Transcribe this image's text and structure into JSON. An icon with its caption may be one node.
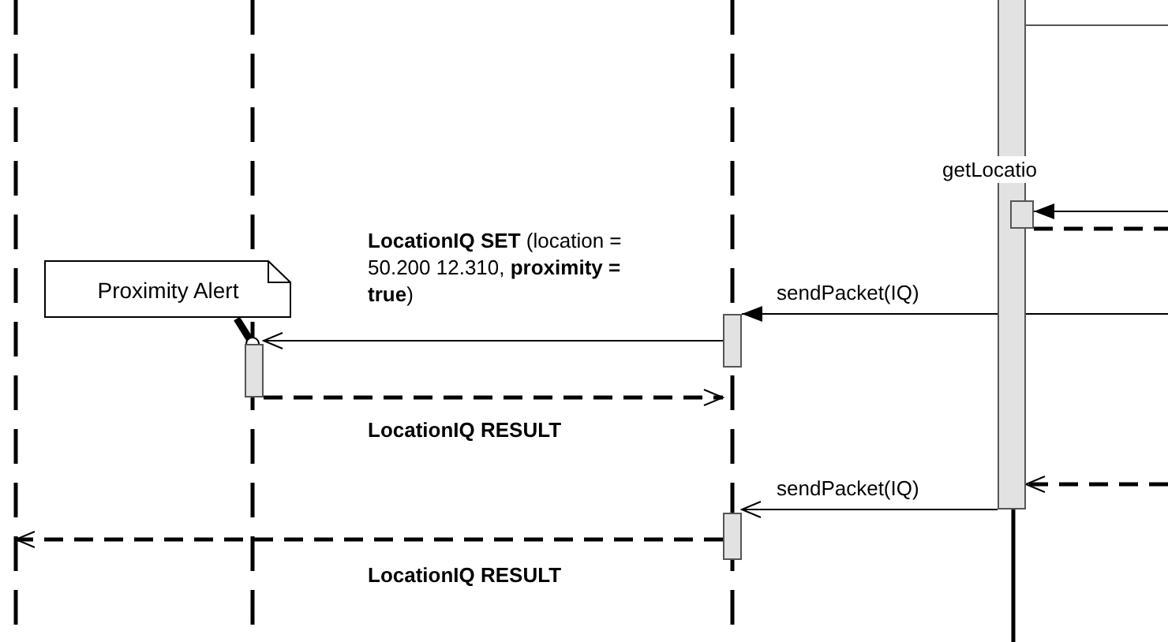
{
  "diagram": {
    "nodes": [
      {
        "text": [
          "Proximity Alert"
        ]
      },
      {
        "text": [],
        "shape": "bar"
      },
      {
        "text": [],
        "shape": "bar"
      },
      {
        "text": [],
        "shape": "bar"
      },
      {
        "text": [],
        "shape": "bar"
      },
      {
        "text": [],
        "shape": "bar"
      }
    ],
    "edges": [
      {
        "from": null,
        "to": 5,
        "arrow": "to",
        "label": "getLocatio"
      },
      {
        "from": 5,
        "to": null,
        "arrow": "none",
        "style": "dashed"
      },
      {
        "from": null,
        "to": 2,
        "arrow": "to",
        "label": "sendPacket(IQ)"
      },
      {
        "from": 2,
        "to": 1,
        "arrow": "to",
        "label": "**LocationIQ SET** (location = 50.200 12.310, **proximity = true**)"
      },
      {
        "from": 1,
        "to": 2,
        "arrow": "to",
        "style": "dashed",
        "label": "**LocationIQ RESULT**"
      },
      {
        "from": null,
        "to": 4,
        "arrow": "to",
        "style": "dashed"
      },
      {
        "from": 4,
        "to": 3,
        "arrow": "to",
        "label": "sendPacket(IQ)"
      },
      {
        "from": 3,
        "to": null,
        "arrow": "to",
        "style": "dashed",
        "label": "**LocationIQ RESULT**"
      },
      {
        "from": 0,
        "to": 1,
        "arrow": "other",
        "style": "thick"
      }
    ]
  }
}
